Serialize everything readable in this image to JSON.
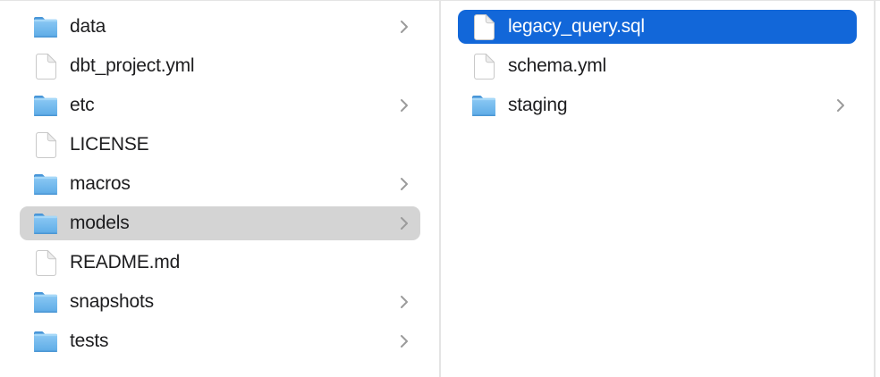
{
  "window": {
    "view": "finder-column-browser"
  },
  "columns": [
    {
      "name": "left",
      "items": [
        {
          "label": "data",
          "icon": "folder-icon",
          "chevron": true,
          "selected": "none"
        },
        {
          "label": "dbt_project.yml",
          "icon": "file-icon",
          "chevron": false,
          "selected": "none"
        },
        {
          "label": "etc",
          "icon": "folder-icon",
          "chevron": true,
          "selected": "none"
        },
        {
          "label": "LICENSE",
          "icon": "file-icon",
          "chevron": false,
          "selected": "none"
        },
        {
          "label": "macros",
          "icon": "folder-icon",
          "chevron": true,
          "selected": "none"
        },
        {
          "label": "models",
          "icon": "folder-icon",
          "chevron": true,
          "selected": "inactive"
        },
        {
          "label": "README.md",
          "icon": "file-icon",
          "chevron": false,
          "selected": "none"
        },
        {
          "label": "snapshots",
          "icon": "folder-icon",
          "chevron": true,
          "selected": "none"
        },
        {
          "label": "tests",
          "icon": "folder-icon",
          "chevron": true,
          "selected": "none"
        }
      ]
    },
    {
      "name": "right",
      "items": [
        {
          "label": "legacy_query.sql",
          "icon": "file-icon",
          "chevron": false,
          "selected": "active"
        },
        {
          "label": "schema.yml",
          "icon": "file-icon",
          "chevron": false,
          "selected": "none"
        },
        {
          "label": "staging",
          "icon": "folder-icon",
          "chevron": true,
          "selected": "none"
        }
      ]
    }
  ],
  "colors": {
    "selection_active": "#1267d9",
    "selection_inactive": "#d4d4d4",
    "text": "#1d1d1f",
    "text_selected": "#ffffff",
    "chevron": "#9b9b9b",
    "divider": "#e4e4e4",
    "folder_blue_top": "#a6d8f8",
    "folder_blue_mid": "#8cc9f4",
    "folder_blue_bottom": "#5aa7e4",
    "folder_tab": "#4896d8",
    "file_outline": "#c9c9c9"
  }
}
